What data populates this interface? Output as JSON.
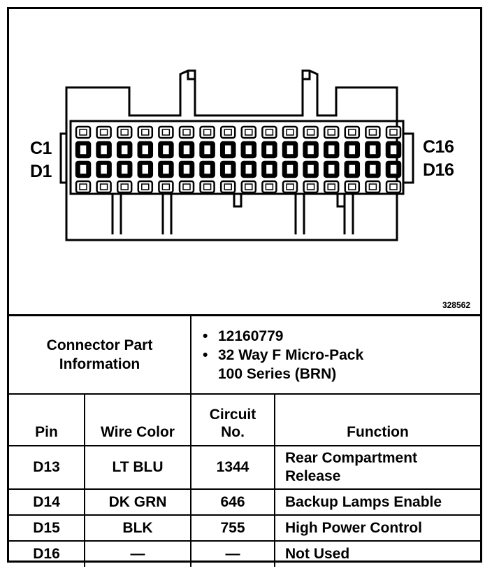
{
  "diagram": {
    "label_c1": "C1",
    "label_d1": "D1",
    "label_c16": "C16",
    "label_d16": "D16",
    "part_number": "328562"
  },
  "connector_info": {
    "label_line1": "Connector Part",
    "label_line2": "Information",
    "items": [
      "12160779",
      "32 Way F Micro-Pack",
      "100 Series (BRN)"
    ]
  },
  "table": {
    "headers": {
      "pin": "Pin",
      "wire_color": "Wire Color",
      "circuit_line1": "Circuit",
      "circuit_line2": "No.",
      "function": "Function"
    },
    "rows": [
      {
        "pin": "D13",
        "wire_color": "LT BLU",
        "circuit": "1344",
        "function_line1": "Rear Compartment",
        "function_line2": "Release"
      },
      {
        "pin": "D14",
        "wire_color": "DK GRN",
        "circuit": "646",
        "function_line1": "Backup Lamps Enable",
        "function_line2": ""
      },
      {
        "pin": "D15",
        "wire_color": "BLK",
        "circuit": "755",
        "function_line1": "High Power Control",
        "function_line2": ""
      },
      {
        "pin": "D16",
        "wire_color": "—",
        "circuit": "—",
        "function_line1": "Not Used",
        "function_line2": ""
      }
    ]
  }
}
